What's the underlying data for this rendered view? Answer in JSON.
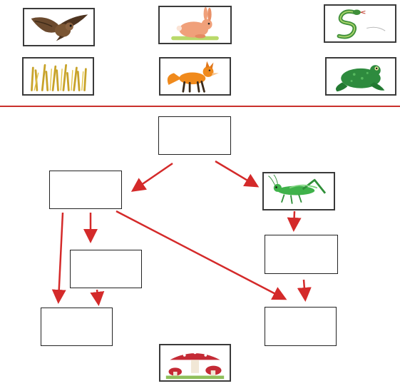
{
  "images": [
    {
      "name": "owl-picture",
      "subject": "owl"
    },
    {
      "name": "rabbit-picture",
      "subject": "rabbit"
    },
    {
      "name": "snake-picture",
      "subject": "snake"
    },
    {
      "name": "grass-picture",
      "subject": "grass"
    },
    {
      "name": "fox-picture",
      "subject": "fox"
    },
    {
      "name": "frog-picture",
      "subject": "frog"
    },
    {
      "name": "grasshopper-picture",
      "subject": "grasshopper"
    },
    {
      "name": "mushroom-picture",
      "subject": "mushroom"
    }
  ],
  "colors": {
    "arrow": "#d42a2a",
    "divider": "#c9302c",
    "border": "#3a3a3a"
  },
  "diagram": {
    "nodes": [
      "top-box",
      "left-box",
      "grasshopper-card",
      "middle-box",
      "right-middle-box",
      "bottom-left-box",
      "bottom-right-box",
      "mushroom-card"
    ],
    "edges": [
      [
        "top-box",
        "left-box"
      ],
      [
        "top-box",
        "grasshopper-card"
      ],
      [
        "left-box",
        "middle-box"
      ],
      [
        "left-box",
        "bottom-left-box"
      ],
      [
        "left-box",
        "bottom-right-box"
      ],
      [
        "middle-box",
        "bottom-left-box"
      ],
      [
        "grasshopper-card",
        "right-middle-box"
      ],
      [
        "right-middle-box",
        "bottom-right-box"
      ]
    ]
  }
}
